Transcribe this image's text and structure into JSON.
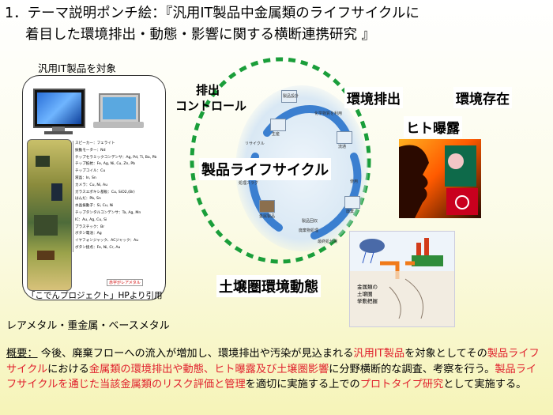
{
  "title": {
    "line1": "1．テーマ説明ポンチ絵：『汎用IT製品中金属類のライフサイクルに",
    "line2": "着目した環境排出・動態・影響に関する横断連携研究 』"
  },
  "left": {
    "caption": "汎用IT製品を対象",
    "parts": [
      "スピーカー：フェライト",
      "振動モーター：Nd",
      "チップセラミックコンデンサ：Ag, Pd, Ti, Ba, Pb",
      "チップ抵抗：Fe, Ag, Ni, Cu, Zn, Pb",
      "チップコイル：Cu",
      "液晶：In, Sn",
      "カメラ：Cu, Ni, Au",
      "ガラスエポキシ基板：Cu, SiO2,(Br)",
      "はんだ：Pb, Sn",
      "水晶振動子：Si, Cu, Ni",
      "チップタンタルコンデンサ：Ta, Ag, Mn",
      "IC：Au, Ag, Cu, Si",
      "プラスチック：Br",
      "ボタン電池：Ag",
      "イヤフォンジャック、ACジャック：Au",
      "ボタン接点：Fe, Ni, Cr, Au"
    ],
    "rare_note": "赤字がレアメタル",
    "source": "「こでんプロジェクト」HPより引用",
    "metals": "レアメタル・重金属・ベースメタル"
  },
  "diagram": {
    "control": [
      "排出",
      "コントロール"
    ],
    "env_emission": "環境排出",
    "env_presence": "環境存在",
    "human_exposure": "ヒト曝露",
    "lifecycle": "製品ライフサイクル",
    "soil": "土壌圏環境動態",
    "mini_labels": [
      "製品設計",
      "生産",
      "化学物質を利用",
      "流通",
      "リサイクル",
      "製品回収",
      "処理スラグ",
      "金属製品",
      "使用",
      "廃棄",
      "最終処分場",
      "埋立",
      "廃棄物処理"
    ],
    "soil_note": [
      "金属類の",
      "土壌圏",
      "挙動把握"
    ]
  },
  "summary": {
    "lead": "概要：",
    "t1": "今後、廃棄フローへの流入が増加し、環境排出や汚染が見込まれる",
    "r1": "汎用IT製品",
    "t2": "を対象としてその",
    "r2": "製品ライフサイクル",
    "t3": "における",
    "r3": "金属類の環境排出や動態、ヒト曝露及び土壌圏影響",
    "t4": "に分野横断的な調査、考察を行う。",
    "r4": "製品ライフサイクルを通じた当該金属類のリスク評価と管理",
    "t5": "を適切に実施する上での",
    "r5": "プロトタイプ研究",
    "t6": "として実施する。"
  },
  "colors": {
    "accent_red": "#e0202c",
    "dash_green": "#1a9e3a"
  },
  "icons": [
    "monitor-image",
    "laptop-image",
    "phone-board-image",
    "face-exposure-image",
    "factory-image",
    "lifecycle-arrow-image"
  ]
}
